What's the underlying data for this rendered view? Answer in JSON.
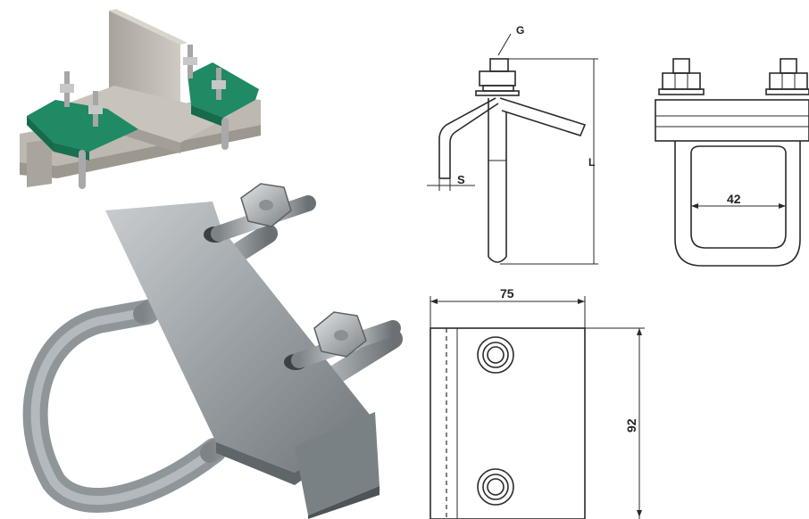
{
  "drawings": {
    "side_view": {
      "label_g": "G",
      "label_s": "S",
      "label_l": "L"
    },
    "end_view": {
      "width_label": "42"
    },
    "top_view": {
      "width_label": "75",
      "height_label": "92"
    }
  },
  "colors": {
    "clamp_green": "#1f8a63",
    "steel_grey": "#b8b3ab",
    "galvanized": "#9aa0a4",
    "line": "#2a2a2a"
  }
}
